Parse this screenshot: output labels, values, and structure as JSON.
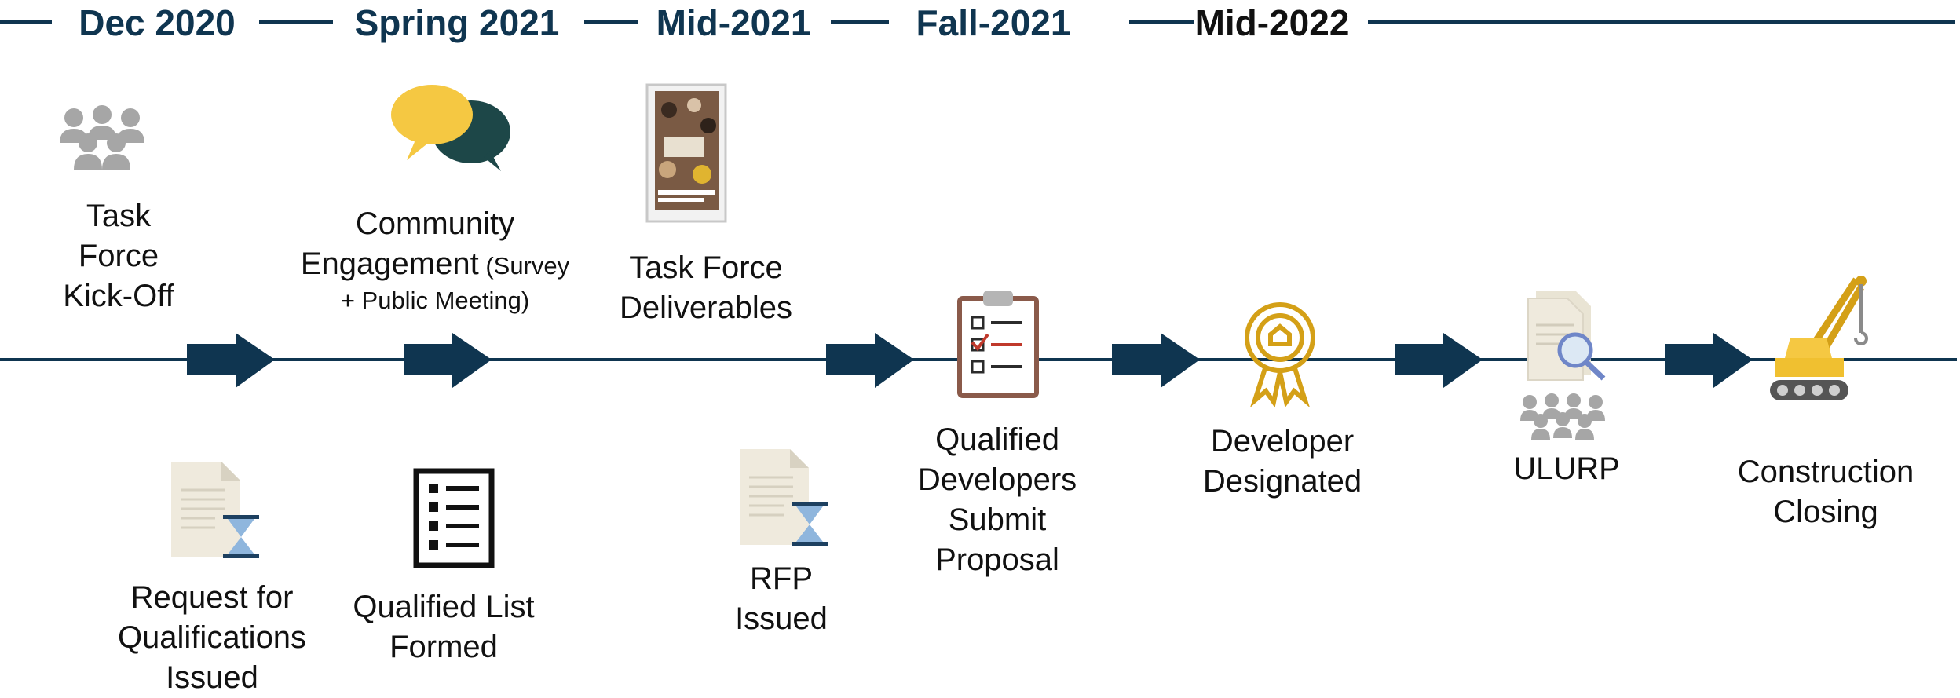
{
  "periods": [
    {
      "label": "Dec 2020"
    },
    {
      "label": "Spring 2021"
    },
    {
      "label": "Mid-2021"
    },
    {
      "label": "Fall-2021"
    },
    {
      "label": "Mid-2022"
    }
  ],
  "milestones": {
    "task_force_kickoff": {
      "line1": "Task",
      "line2": "Force",
      "line3": "Kick-Off",
      "icon": "people-group-icon"
    },
    "community_engagement": {
      "line1": "Community",
      "line2": "Engagement",
      "line2_small": " (Survey",
      "line3_small": "+ Public Meeting)",
      "icon": "speech-bubbles-icon"
    },
    "task_force_deliverables": {
      "line1": "Task Force",
      "line2": "Deliverables",
      "icon": "report-cover-icon"
    },
    "rfq_issued": {
      "line1": "Request for",
      "line2": "Qualifications",
      "line3": "Issued",
      "icon": "document-hourglass-icon"
    },
    "qualified_list": {
      "line1": "Qualified List",
      "line2": "Formed",
      "icon": "checklist-icon"
    },
    "rfp_issued": {
      "line1": "RFP",
      "line2": "Issued",
      "icon": "document-hourglass-icon"
    },
    "submit_proposal": {
      "line1": "Qualified",
      "line2": "Developers",
      "line3": "Submit",
      "line4": "Proposal",
      "icon": "clipboard-checklist-icon"
    },
    "developer_designated": {
      "line1": "Developer",
      "line2": "Designated",
      "icon": "award-ribbon-icon"
    },
    "ulurp": {
      "line1": "ULURP",
      "icon": "document-review-icon"
    },
    "construction_closing": {
      "line1": "Construction",
      "line2": "Closing",
      "icon": "crane-icon"
    }
  },
  "colors": {
    "navy": "#0f3550",
    "gold": "#d4a017",
    "yellow": "#f5c842",
    "teal": "#1d4748",
    "gray": "#a6a6a6",
    "brown": "#8a5a4a",
    "red": "#c0392b",
    "blue": "#8fb6dd"
  }
}
